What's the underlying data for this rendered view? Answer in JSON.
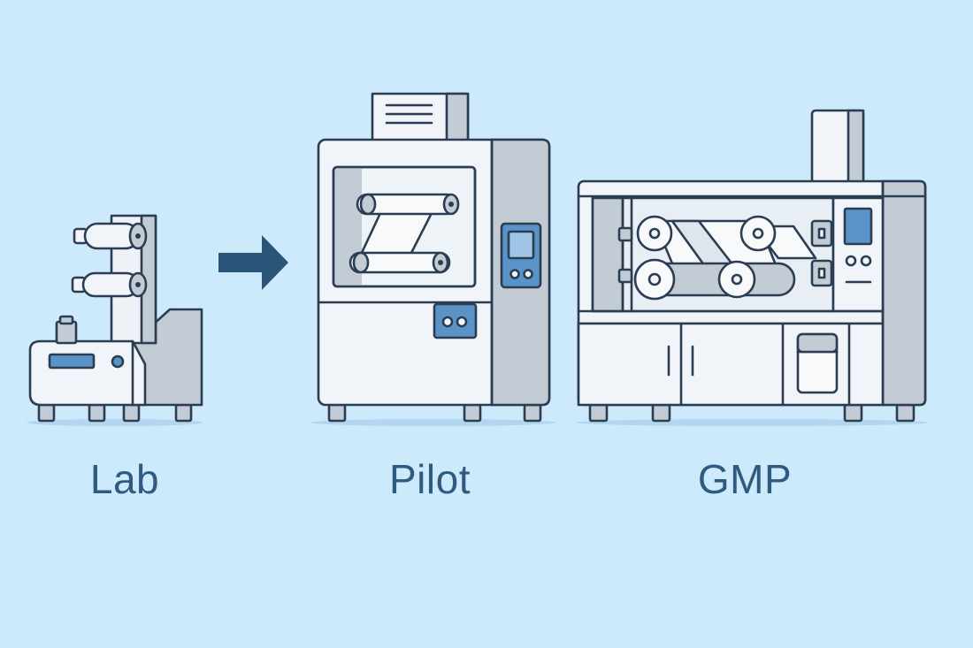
{
  "diagram": {
    "stages": [
      {
        "id": "lab",
        "label": "Lab"
      },
      {
        "id": "pilot",
        "label": "Pilot"
      },
      {
        "id": "gmp",
        "label": "GMP"
      }
    ]
  },
  "colors": {
    "background": "#cdeafc",
    "outline": "#2b3d52",
    "panel_light": "#f1f4f8",
    "panel_grey": "#c3ccd5",
    "accent_blue": "#5a93c8",
    "label_text": "#2f5b80",
    "arrow": "#2a5478"
  },
  "icons": [
    "lab-machine-icon",
    "arrow-right-icon",
    "pilot-machine-icon",
    "gmp-machine-icon"
  ]
}
